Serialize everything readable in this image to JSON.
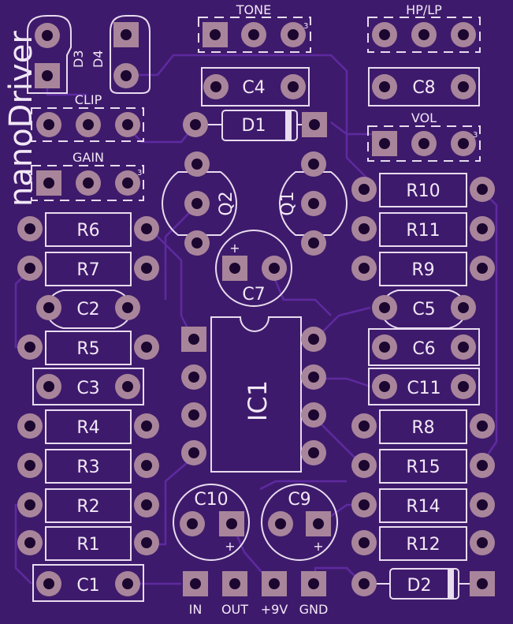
{
  "board": {
    "title": "nanoDriver",
    "background": "#3e1a6c",
    "silkscreen_color": "#e8dcef",
    "pad_color": "#a8859a"
  },
  "headers": {
    "tone": "TONE",
    "hp_lp": "HP/LP",
    "clip": "CLIP",
    "gain": "GAIN",
    "vol": "VOL",
    "pin3": "3"
  },
  "components": {
    "c1": "C1",
    "c2": "C2",
    "c3": "C3",
    "c4": "C4",
    "c5": "C5",
    "c6": "C6",
    "c7": "C7",
    "c8": "C8",
    "c9": "C9",
    "c10": "C10",
    "c11": "C11",
    "r1": "R1",
    "r2": "R2",
    "r3": "R3",
    "r4": "R4",
    "r5": "R5",
    "r6": "R6",
    "r7": "R7",
    "r8": "R8",
    "r9": "R9",
    "r10": "R10",
    "r11": "R11",
    "r12": "R12",
    "r14": "R14",
    "r15": "R15",
    "d1": "D1",
    "d2": "D2",
    "d3": "D3",
    "d4": "D4",
    "q1": "Q1",
    "q2": "Q2",
    "ic1": "IC1",
    "plus": "+"
  },
  "io": {
    "in": "IN",
    "out": "OUT",
    "v9": "+9V",
    "gnd": "GND"
  }
}
